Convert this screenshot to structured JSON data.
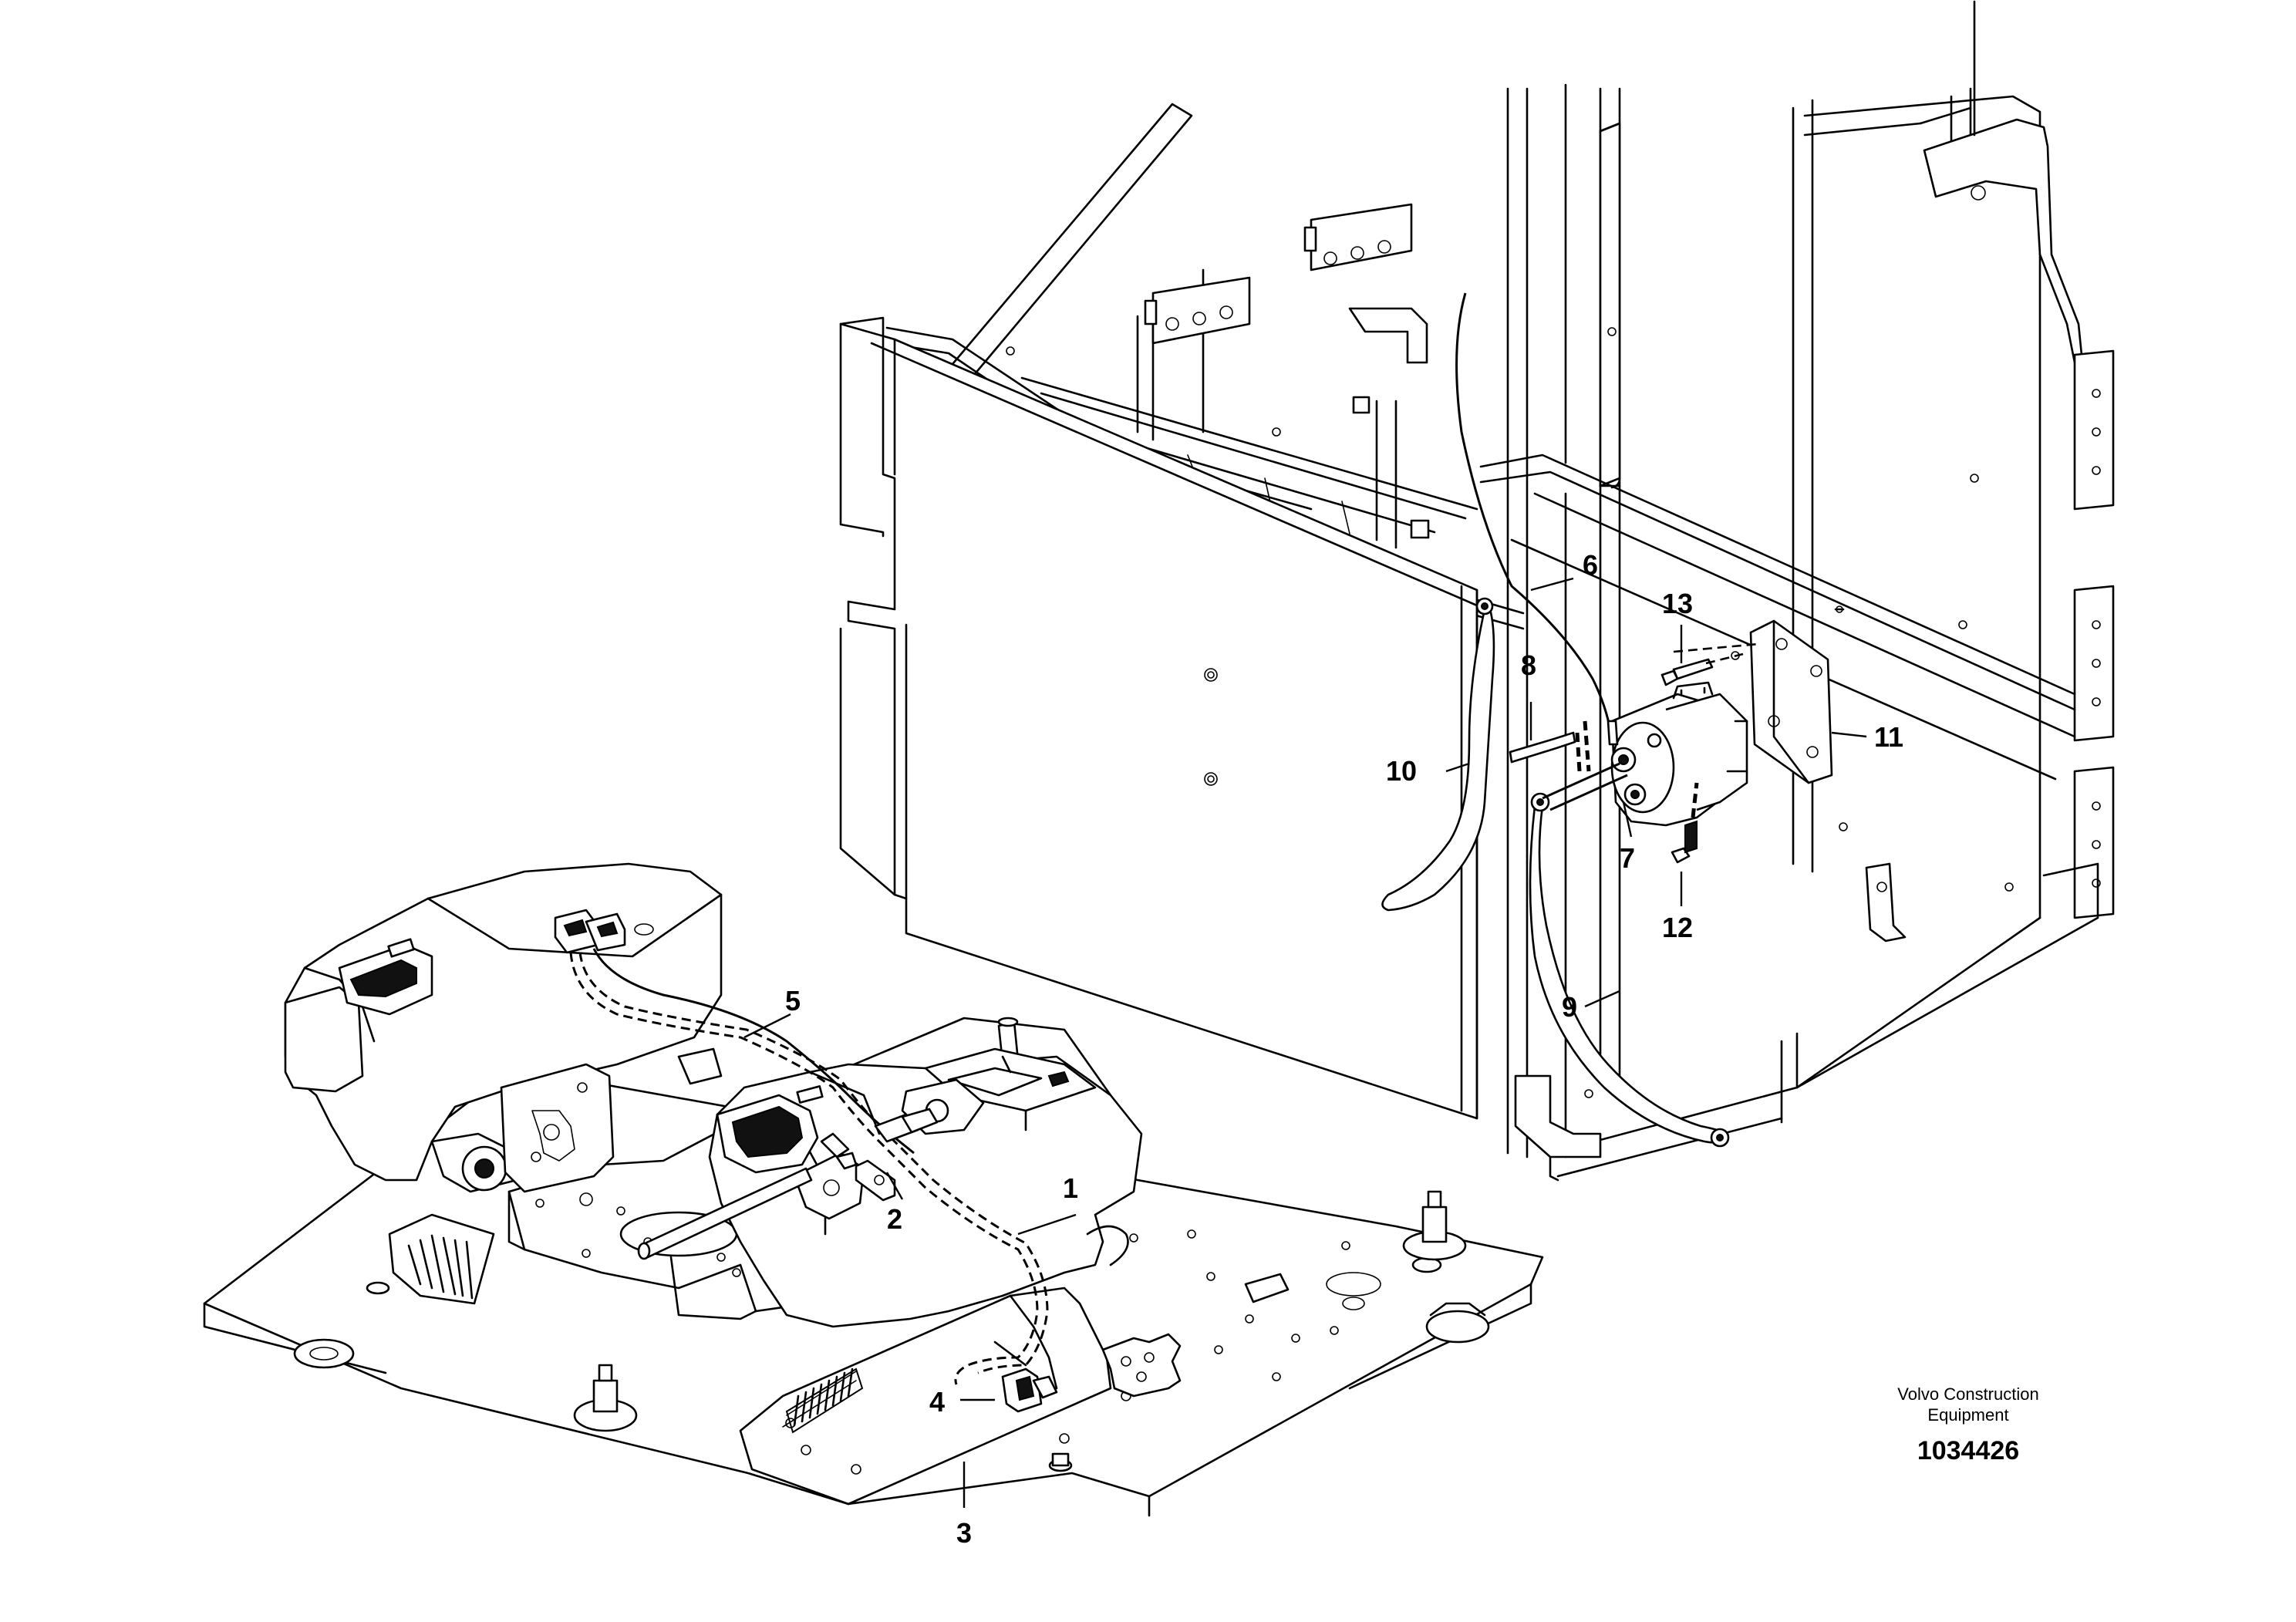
{
  "callouts": {
    "c1": "1",
    "c2": "2",
    "c3": "3",
    "c4": "4",
    "c5": "5",
    "c6": "6",
    "c7": "7",
    "c8": "8",
    "c9": "9",
    "c10": "10",
    "c11": "11",
    "c12": "12",
    "c13": "13"
  },
  "stamp": {
    "company_line1": "Volvo Construction",
    "company_line2": "Equipment",
    "drawing_number": "1034426"
  }
}
